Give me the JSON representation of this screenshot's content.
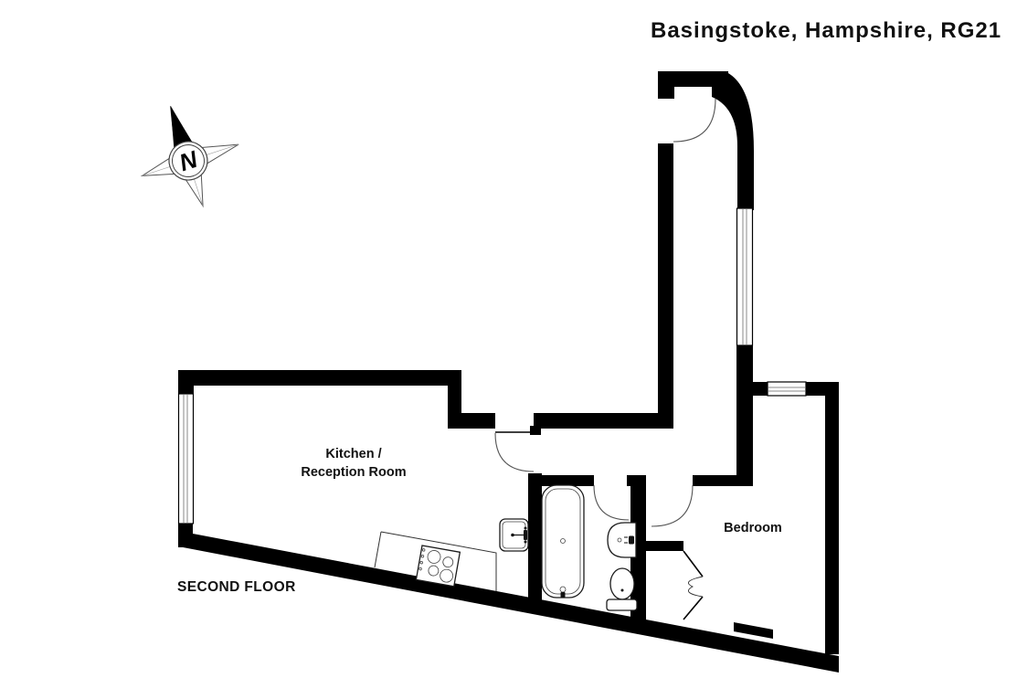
{
  "header": {
    "title": "Basingstoke, Hampshire, RG21"
  },
  "plan": {
    "floor_label": "SECOND FLOOR",
    "rooms": [
      {
        "name": "kitchen-reception-room",
        "label_line1": "Kitchen /",
        "label_line2": "Reception Room"
      },
      {
        "name": "bedroom",
        "label": "Bedroom"
      }
    ],
    "compass": {
      "letter": "N",
      "direction": "north-up-left"
    },
    "features": [
      "entrance-door",
      "kitchen-door",
      "bathroom-door",
      "bedroom-door",
      "wardrobe-bifold-door"
    ],
    "fixtures": [
      "bath",
      "wash-basin",
      "toilet",
      "kitchen-sink",
      "hob",
      "kitchen-counter"
    ],
    "windows": [
      "hall-window-east",
      "kitchen-window-west",
      "bedroom-window-north"
    ],
    "colors": {
      "walls": "#000000",
      "background": "#ffffff",
      "fixture_outline": "#1a1a1a"
    }
  }
}
